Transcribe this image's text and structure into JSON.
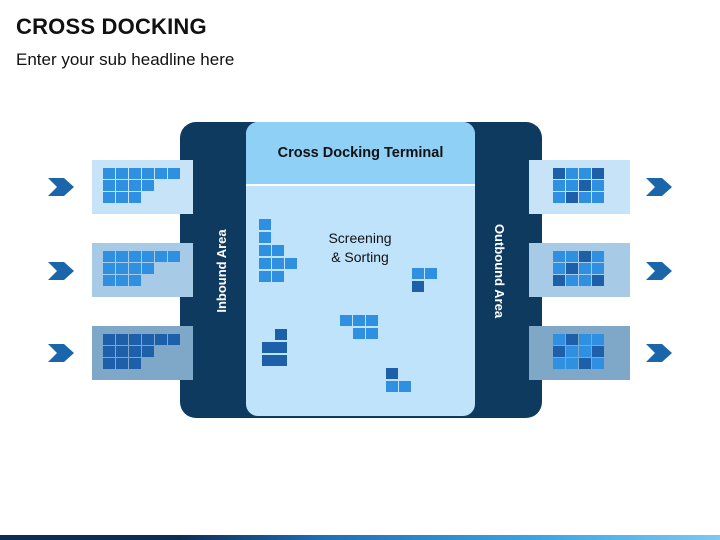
{
  "header": {
    "title": "CROSS DOCKING",
    "subtitle": "Enter your sub headline here"
  },
  "terminal": {
    "heading": "Cross Docking Terminal",
    "screening_line1": "Screening",
    "screening_line2": "& Sorting",
    "inbound_label": "Inbound Area",
    "outbound_label": "Outbound Area"
  },
  "colors": {
    "terminal_frame": "#0e3a5f",
    "terminal_inner": "#bfe3fb",
    "terminal_header": "#8fd0f7",
    "box_blue": "#2f8fe0",
    "box_dark": "#1d5fa8",
    "arrow": "#1b66ab",
    "inbound_slot_1": "#c6e3f7",
    "inbound_slot_2": "#a7cbe6",
    "inbound_slot_3": "#7fa8c8",
    "outbound_slot_1": "#c6e3f7",
    "outbound_slot_2": "#a7cbe6",
    "outbound_slot_3": "#7fa8c8"
  },
  "icons": {
    "arrow": "chevron-arrow-right-icon",
    "box": "box-cell-icon"
  }
}
